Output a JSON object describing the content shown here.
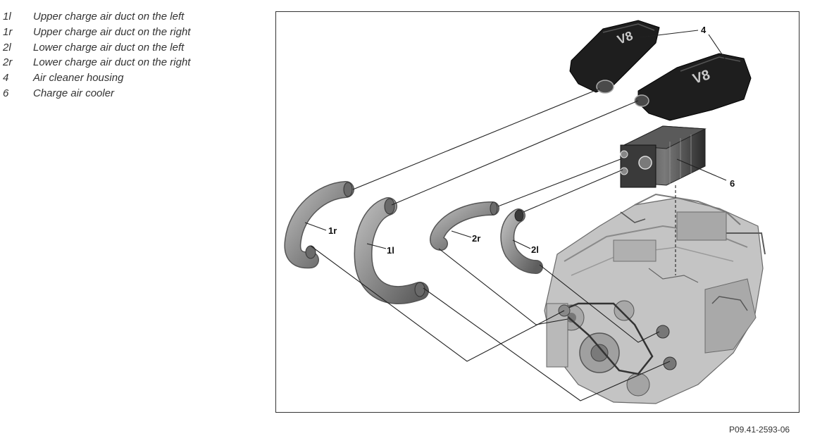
{
  "legend": [
    {
      "code": "1l",
      "text": "Upper charge air duct on the left"
    },
    {
      "code": "1r",
      "text": "Upper charge air duct on the right"
    },
    {
      "code": "2l",
      "text": "Lower charge air duct on the left"
    },
    {
      "code": "2r",
      "text": "Lower charge air duct on the right"
    },
    {
      "code": "4",
      "text": "Air cleaner housing"
    },
    {
      "code": "6",
      "text": "Charge air cooler"
    }
  ],
  "callouts": {
    "c1r": "1r",
    "c1l": "1l",
    "c2r": "2r",
    "c2l": "2l",
    "c4": "4",
    "c6": "6"
  },
  "figure_id": "P09.41-2593-06",
  "colors": {
    "frame": "#333333",
    "component_dark": "#1e1e1e",
    "duct_gray": "#8a8a8a",
    "engine_gray": "#b5b5b5"
  }
}
